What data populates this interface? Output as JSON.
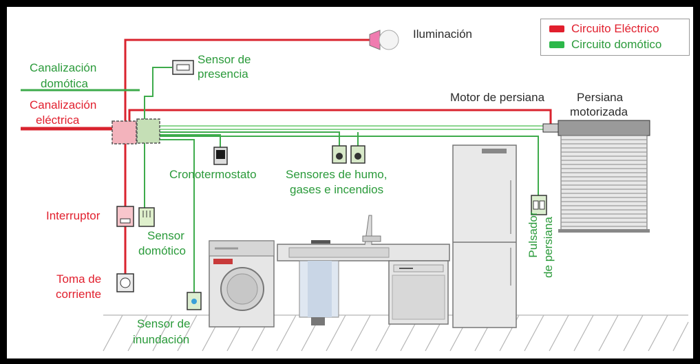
{
  "legend": {
    "electric": {
      "label": "Circuito Eléctrico",
      "color": "#e11f2d"
    },
    "domotic": {
      "label": "Circuito domótico",
      "color": "#2db84a"
    }
  },
  "labels": {
    "iluminacion": "Iluminación",
    "sensor_presencia_1": "Sensor de",
    "sensor_presencia_2": "presencia",
    "canal_domotica_1": "Canalización",
    "canal_domotica_2": "domótica",
    "canal_electrica_1": "Canalización",
    "canal_electrica_2": "eléctrica",
    "motor_persiana": "Motor de persiana",
    "persiana_1": "Persiana",
    "persiana_2": "motorizada",
    "cronotermostato": "Cronotermostato",
    "sensores_humo_1": "Sensores de humo,",
    "sensores_humo_2": "gases e incendios",
    "interruptor": "Interruptor",
    "sensor_domotico_1": "Sensor",
    "sensor_domotico_2": "domótico",
    "toma_1": "Toma de",
    "toma_2": "corriente",
    "inundacion_1": "Sensor de",
    "inundacion_2": "inundación",
    "pulsador_1": "Pulsador",
    "pulsador_2": "de persiana"
  }
}
